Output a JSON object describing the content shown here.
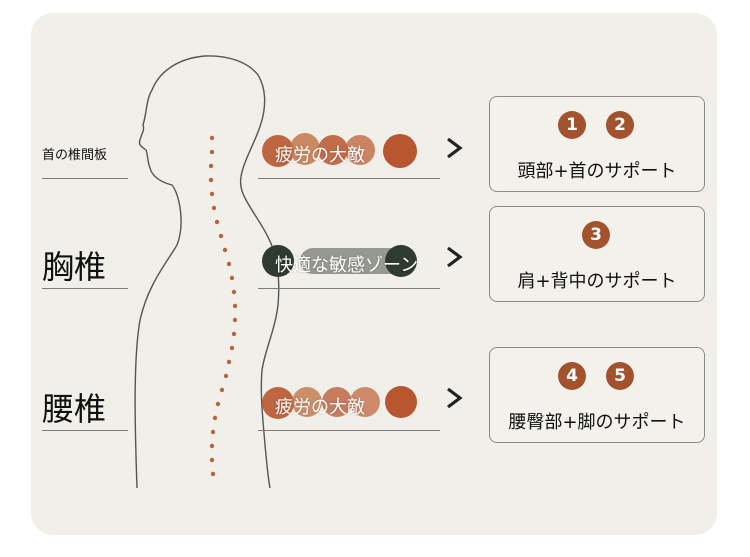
{
  "rows": [
    {
      "label": "首の椎間板",
      "pill": "疲労の大敵",
      "support": "頭部+首のサポート",
      "badges": [
        "1",
        "2"
      ],
      "pill_style": "warm"
    },
    {
      "label": "胸椎",
      "pill": "快適な敏感ゾーン",
      "support": "肩+背中のサポート",
      "badges": [
        "3"
      ],
      "pill_style": "dark"
    },
    {
      "label": "腰椎",
      "pill": "疲労の大敵",
      "support": "腰臀部+脚のサポート",
      "badges": [
        "4",
        "5"
      ],
      "pill_style": "warm"
    }
  ],
  "colors": {
    "card_bg": "#f1efe9",
    "spine_dots": "#b8643a",
    "badge": "#a2532e",
    "pill_warm": "#b8562f",
    "pill_dark": "#2f3a30"
  },
  "icons": {
    "arrow": "chevron-right-icon"
  }
}
